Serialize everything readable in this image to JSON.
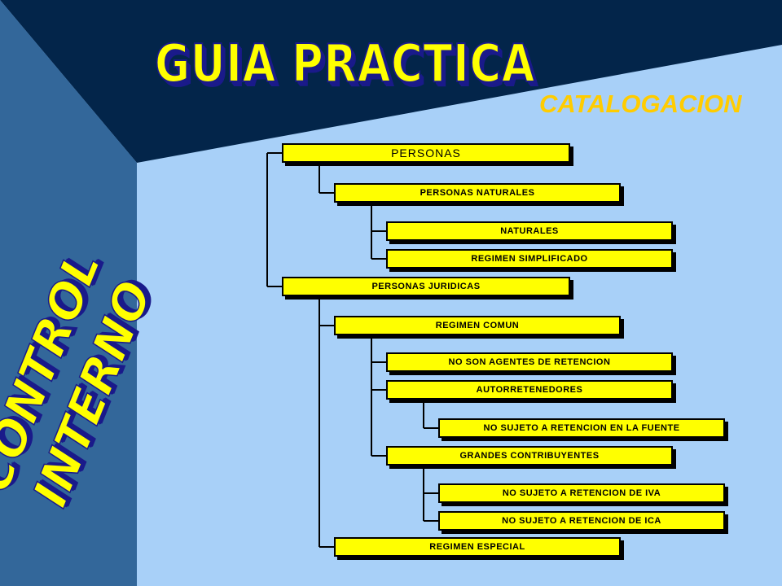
{
  "slide": {
    "title": "GUIA PRACTICA",
    "subtitle": "CATALOGACION",
    "side_title": [
      "CONTROL",
      "INTERNO"
    ]
  },
  "colors": {
    "dark_navy": "#03254a",
    "side_blue": "#33679a",
    "light_blue": "#a8d0f8",
    "title_yellow": "#ffff00",
    "subtitle_gold": "#ffcc00",
    "node_fill": "#ffff00"
  },
  "tree": [
    {
      "id": "personas",
      "label": "PERSONAS",
      "parent": null
    },
    {
      "id": "personas-naturales",
      "label": "PERSONAS NATURALES",
      "parent": "personas"
    },
    {
      "id": "naturales",
      "label": "NATURALES",
      "parent": "personas-naturales"
    },
    {
      "id": "regimen-simplificado",
      "label": "REGIMEN SIMPLIFICADO",
      "parent": "personas-naturales"
    },
    {
      "id": "personas-juridicas",
      "label": "PERSONAS JURIDICAS",
      "parent": null
    },
    {
      "id": "regimen-comun",
      "label": "REGIMEN COMUN",
      "parent": "personas-juridicas"
    },
    {
      "id": "no-agentes",
      "label": "NO SON AGENTES DE RETENCION",
      "parent": "regimen-comun"
    },
    {
      "id": "autorretenedores",
      "label": "AUTORRETENEDORES",
      "parent": "regimen-comun"
    },
    {
      "id": "no-retencion-fuente",
      "label": "NO SUJETO A RETENCION EN LA FUENTE",
      "parent": "autorretenedores"
    },
    {
      "id": "grandes-contribuyentes",
      "label": "GRANDES CONTRIBUYENTES",
      "parent": "regimen-comun"
    },
    {
      "id": "no-retencion-iva",
      "label": "NO SUJETO A RETENCION DE IVA",
      "parent": "grandes-contribuyentes"
    },
    {
      "id": "no-retencion-ica",
      "label": "NO SUJETO A RETENCION DE ICA",
      "parent": "grandes-contribuyentes"
    },
    {
      "id": "regimen-especial",
      "label": "REGIMEN ESPECIAL",
      "parent": "personas-juridicas"
    }
  ]
}
